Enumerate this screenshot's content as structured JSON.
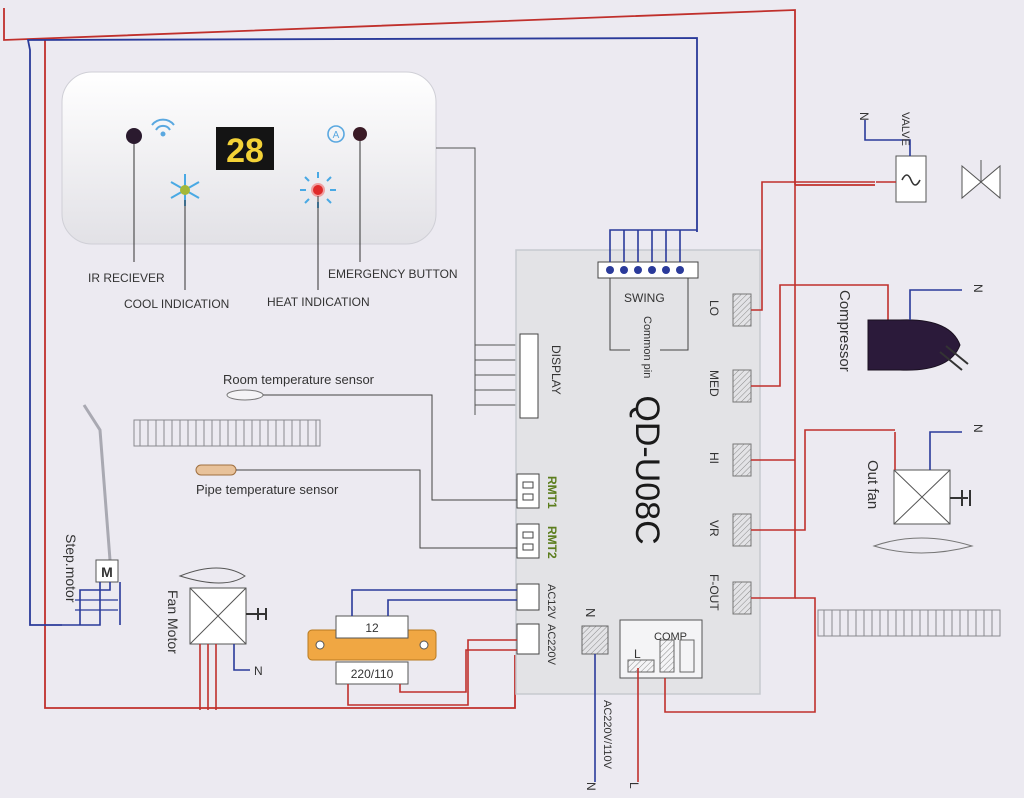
{
  "display_panel": {
    "temperature": "28",
    "labels": {
      "ir_receiver": "IR RECIEVER",
      "cool_indication": "COOL INDICATION",
      "heat_indication": "HEAT INDICATION",
      "emergency_button": "EMERGENCY BUTTON",
      "auto_symbol": "A"
    }
  },
  "controller": {
    "model": "QD-U08C",
    "connectors": {
      "swing": "SWING",
      "common_pin": "Common pin",
      "display": "DISPLAY",
      "rmt1": "RMT1",
      "rmt2": "RMT2",
      "ac12v": "AC12V",
      "ac220v": "AC220V",
      "lo": "LO",
      "med": "MED",
      "hi": "HI",
      "vr": "VR",
      "f_out": "F-OUT",
      "comp": "COMP",
      "l": "L",
      "n": "N"
    }
  },
  "sensors": {
    "room": "Room temperature sensor",
    "pipe": "Pipe temperature sensor"
  },
  "motors": {
    "step_motor": "Step.motor",
    "step_motor_symbol": "M",
    "fan_motor": "Fan Motor"
  },
  "transformer": {
    "secondary": "12",
    "primary": "220/110"
  },
  "outdoor": {
    "valve": "VALVE",
    "compressor": "Compressor",
    "out_fan": "Out fan"
  },
  "power": {
    "supply": "AC220V/110V",
    "neutral": "N",
    "live": "L"
  },
  "colors": {
    "red_wire": "#c0302c",
    "blue_wire": "#2a3a9a",
    "board": "#e3e3e6",
    "background": "#eceaf1"
  }
}
